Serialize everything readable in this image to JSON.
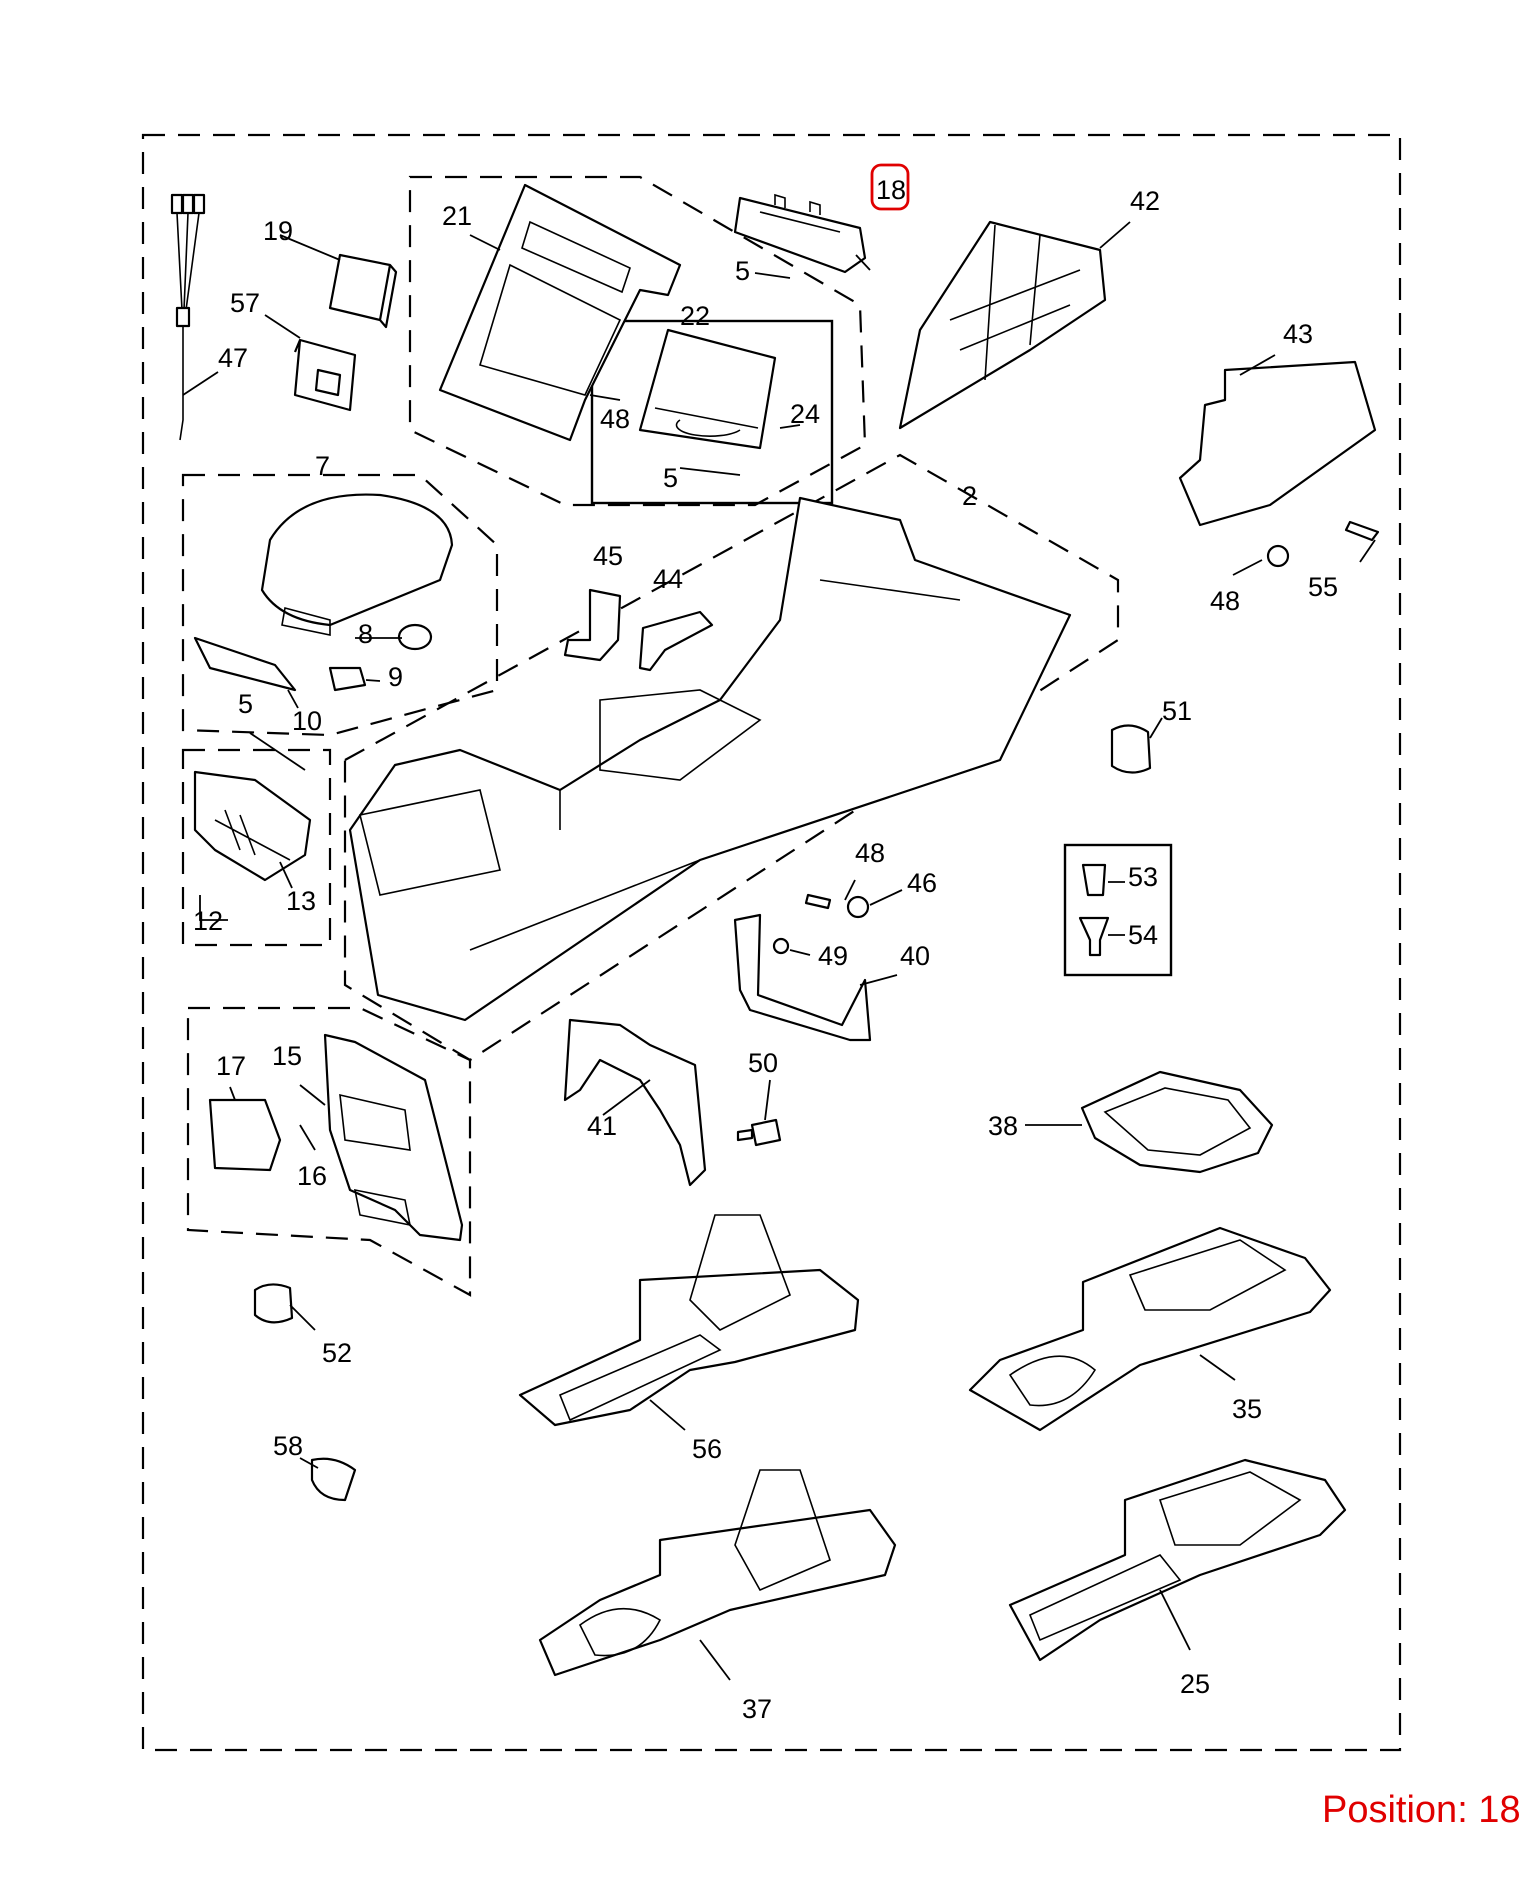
{
  "diagram": {
    "highlighted_part": "18",
    "highlight_color": "#e00000",
    "position_label": "Position: 18",
    "callouts": {
      "c2": "2",
      "c5a": "5",
      "c5b": "5",
      "c5c": "5",
      "c7": "7",
      "c8": "8",
      "c9": "9",
      "c10": "10",
      "c12": "12",
      "c13": "13",
      "c15": "15",
      "c16": "16",
      "c17": "17",
      "c18": "18",
      "c19": "19",
      "c21": "21",
      "c22": "22",
      "c24": "24",
      "c25": "25",
      "c35": "35",
      "c37": "37",
      "c38": "38",
      "c40": "40",
      "c41": "41",
      "c42": "42",
      "c43": "43",
      "c44": "44",
      "c45": "45",
      "c46": "46",
      "c47": "47",
      "c48a": "48",
      "c48b": "48",
      "c48c": "48",
      "c49": "49",
      "c50": "50",
      "c51": "51",
      "c52": "52",
      "c53": "53",
      "c54": "54",
      "c55": "55",
      "c56": "56",
      "c57": "57",
      "c58": "58"
    }
  }
}
